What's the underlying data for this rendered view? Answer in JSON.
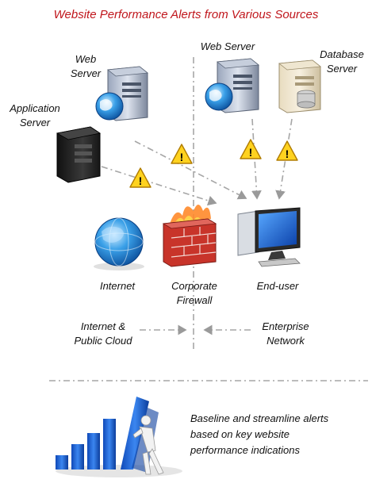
{
  "title": "Website Performance Alerts from Various Sources",
  "nodes": {
    "web_server_left": [
      "Web",
      "Server"
    ],
    "application_server": [
      "Application",
      "Server"
    ],
    "web_server_right": "Web Server",
    "database_server": [
      "Database",
      "Server"
    ],
    "internet": "Internet",
    "corporate_firewall": [
      "Corporate",
      "Firewall"
    ],
    "end_user": "End-user"
  },
  "zones": {
    "internet_public_cloud": [
      "Internet &",
      "Public Cloud"
    ],
    "enterprise_network": [
      "Enterprise",
      "Network"
    ]
  },
  "footer": {
    "caption": [
      "Baseline and streamline alerts",
      "based on key website",
      "performance indications"
    ]
  },
  "colors": {
    "title": "#c0161c",
    "arrow": "#a6a6a6",
    "alert_fill": "#ffd21f",
    "chart_blue": "#1f64d6"
  }
}
